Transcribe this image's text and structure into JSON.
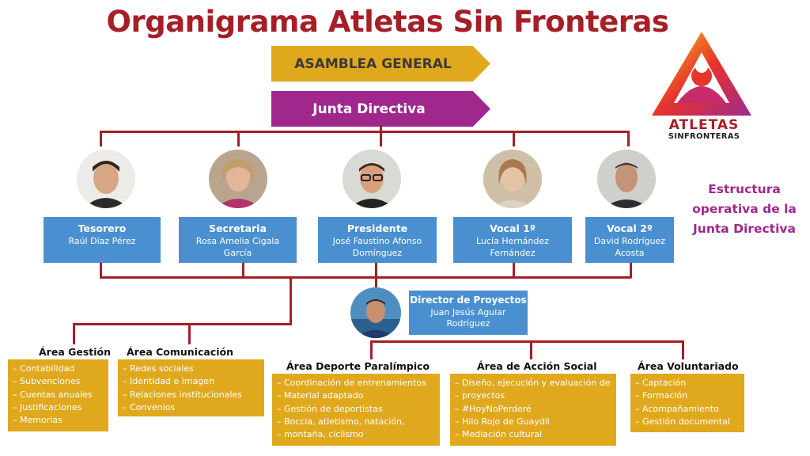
{
  "title": "Organigrama Atletas Sin Fronteras",
  "asamblea": "ASAMBLEA GENERAL",
  "junta": "Junta Directiva",
  "estructura": [
    "Estructura",
    "operativa de la",
    "Junta Directiva"
  ],
  "logo": {
    "line1": "ATLETAS",
    "line2": "SINFRONTERAS"
  },
  "members": [
    {
      "role": "Tesorero",
      "name": "Raúl Díaz Pérez"
    },
    {
      "role": "Secretaria",
      "name": "Rosa Amelia Cigala García"
    },
    {
      "role": "Presidente",
      "name": "José Faustino Afonso Domínguez"
    },
    {
      "role": "Vocal  1º",
      "name": "Lucía Hernández Fernández"
    },
    {
      "role": "Vocal  2º",
      "name": "David Rodríguez Acosta"
    }
  ],
  "director": {
    "role": "Director de Proyectos",
    "name": "Juan Jesús Aguiar Rodríguez"
  },
  "areas": [
    {
      "title": "Área Gestión",
      "items": [
        "Contabilidad",
        "Subvenciones",
        "Cuentas anuales",
        "Justificaciones",
        "Memorias"
      ]
    },
    {
      "title": "Área Comunicación",
      "items": [
        "Redes sociales",
        "Identidad e imagen",
        "Relaciones institucionales",
        "Convenios"
      ]
    },
    {
      "title": "Área Deporte Paralímpico",
      "items": [
        "Coordinación de entrenamientos",
        "Material adaptado",
        "Gestión de deportistas",
        "Boccia, atletismo, natación,",
        "montaña, ciclismo"
      ]
    },
    {
      "title": "Área de  Acción Social",
      "items": [
        "Diseño, ejecución y evaluación de",
        "proyectos",
        "#HoyNoPerderé",
        "Hilo Rojo de Guaydil",
        "Mediación cultural"
      ]
    },
    {
      "title": "Área Voluntariado",
      "items": [
        "Captación",
        "Formación",
        "Acompañamiento",
        "Gestión documental"
      ]
    }
  ],
  "colors": {
    "title": "#a51f26",
    "asamblea": "#e0a81c",
    "junta": "#a0278c",
    "member_box": "#4a90d0",
    "area_box": "#e0a81c",
    "lines": "#a51f26"
  },
  "icons": [
    "avatar-photo",
    "atletas-sin-fronteras-logo"
  ]
}
